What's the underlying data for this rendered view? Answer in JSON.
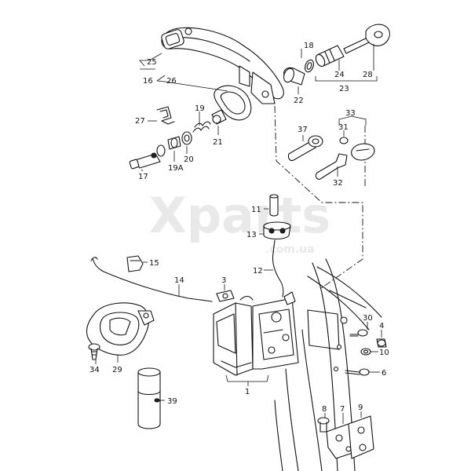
{
  "watermark": {
    "main": "Xparts",
    "sub": ".com.ua"
  },
  "callouts": {
    "c1": "1",
    "c3": "3",
    "c4": "4",
    "c6": "6",
    "c7": "7",
    "c8": "8",
    "c9": "9",
    "c10": "10",
    "c11": "11",
    "c12": "12",
    "c13": "13",
    "c14": "14",
    "c15": "15",
    "c16": "16",
    "c17": "17",
    "c18": "18",
    "c19": "19",
    "c19a": "19A",
    "c20": "20",
    "c21": "21",
    "c22": "22",
    "c23": "23",
    "c24": "24",
    "c25": "25",
    "c26": "26",
    "c27": "27",
    "c28": "28",
    "c29": "29",
    "c30": "30",
    "c31": "31",
    "c32": "32",
    "c33": "33",
    "c34": "34",
    "c37": "37",
    "c39": "39"
  }
}
